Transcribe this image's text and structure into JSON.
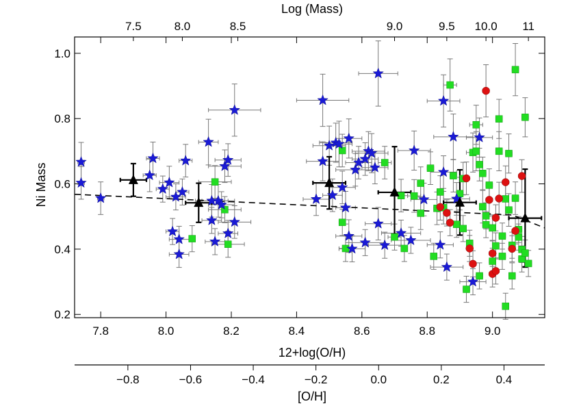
{
  "chart_data": {
    "type": "scatter",
    "title": "",
    "xlabel": "12+log(O/H)",
    "ylabel": "Ni Mass",
    "top_axis_label": "Log (Mass)",
    "bottom2_axis_label": "[O/H]",
    "xlim": [
      7.72,
      9.16
    ],
    "ylim": [
      0.19,
      1.05
    ],
    "x_ticks": [
      7.8,
      8.0,
      8.2,
      8.4,
      8.6,
      8.8,
      9.0
    ],
    "x_tick_labels": [
      "7.8",
      "8.0",
      "8.2",
      "8.4",
      "8.6",
      "8.8",
      "9.0"
    ],
    "y_ticks": [
      0.2,
      0.4,
      0.6,
      0.8,
      1.0
    ],
    "y_tick_labels": [
      "0.2",
      "0.4",
      "0.6",
      "0.8",
      "1.0"
    ],
    "top_ticks": [
      {
        "label": "7.5",
        "x": 7.9
      },
      {
        "label": "8.0",
        "x": 8.05
      },
      {
        "label": "8.5",
        "x": 8.22
      },
      {
        "label": "9.0",
        "x": 8.7
      },
      {
        "label": "9.5",
        "x": 8.86
      },
      {
        "label": "10.0",
        "x": 8.98
      },
      {
        "label": "11",
        "x": 9.11
      }
    ],
    "oh_ticks": [
      -0.8,
      -0.6,
      -0.4,
      -0.2,
      0.0,
      0.2,
      0.4
    ],
    "oh_tick_labels": [
      "−0.8",
      "−0.6",
      "−0.4",
      "−0.2",
      "0.0",
      "0.2",
      "0.4"
    ],
    "oh_lim": [
      -0.97,
      0.53
    ],
    "fit_line": {
      "x": [
        7.72,
        9.16
      ],
      "y": [
        0.568,
        0.5
      ],
      "steep_after_x": 9.06,
      "end_y": 0.465
    },
    "colors": {
      "stars": "#1a1ad6",
      "squares": "#22dd22",
      "circles": "#dd1111",
      "binned": "#000000",
      "errorbar": "#777777",
      "fit": "#000000"
    },
    "series": [
      {
        "marker": "star",
        "points": [
          [
            7.74,
            0.667,
            0.06,
            0.01
          ],
          [
            7.74,
            0.603,
            0.05,
            0.01
          ],
          [
            7.8,
            0.556,
            0.05,
            0.01
          ],
          [
            7.95,
            0.626,
            0.05,
            0.02
          ],
          [
            7.96,
            0.678,
            0.05,
            0.02
          ],
          [
            7.99,
            0.584,
            0.04,
            0.02
          ],
          [
            8.01,
            0.604,
            0.05,
            0.03
          ],
          [
            8.02,
            0.454,
            0.04,
            0.02
          ],
          [
            8.03,
            0.56,
            0.04,
            0.03
          ],
          [
            8.04,
            0.43,
            0.04,
            0.03
          ],
          [
            8.04,
            0.384,
            0.04,
            0.03
          ],
          [
            8.05,
            0.575,
            0.04,
            0.02
          ],
          [
            8.06,
            0.671,
            0.05,
            0.02
          ],
          [
            8.13,
            0.728,
            0.07,
            0.03
          ],
          [
            8.14,
            0.548,
            0.05,
            0.05
          ],
          [
            8.14,
            0.488,
            0.04,
            0.03
          ],
          [
            8.15,
            0.423,
            0.04,
            0.03
          ],
          [
            8.16,
            0.548,
            0.05,
            0.05
          ],
          [
            8.17,
            0.536,
            0.04,
            0.04
          ],
          [
            8.18,
            0.654,
            0.05,
            0.05
          ],
          [
            8.19,
            0.448,
            0.04,
            0.03
          ],
          [
            8.19,
            0.673,
            0.05,
            0.04
          ],
          [
            8.21,
            0.826,
            0.08,
            0.08
          ],
          [
            8.21,
            0.483,
            0.05,
            0.05
          ],
          [
            8.46,
            0.553,
            0.05,
            0.04
          ],
          [
            8.48,
            0.856,
            0.08,
            0.08
          ],
          [
            8.48,
            0.669,
            0.06,
            0.05
          ],
          [
            8.5,
            0.717,
            0.06,
            0.05
          ],
          [
            8.51,
            0.565,
            0.05,
            0.03
          ],
          [
            8.52,
            0.726,
            0.06,
            0.05
          ],
          [
            8.53,
            0.722,
            0.07,
            0.04
          ],
          [
            8.54,
            0.589,
            0.05,
            0.04
          ],
          [
            8.55,
            0.527,
            0.05,
            0.03
          ],
          [
            8.56,
            0.739,
            0.06,
            0.04
          ],
          [
            8.56,
            0.44,
            0.05,
            0.04
          ],
          [
            8.57,
            0.401,
            0.04,
            0.04
          ],
          [
            8.58,
            0.643,
            0.05,
            0.06
          ],
          [
            8.59,
            0.665,
            0.05,
            0.04
          ],
          [
            8.61,
            0.676,
            0.05,
            0.04
          ],
          [
            8.61,
            0.42,
            0.04,
            0.06
          ],
          [
            8.62,
            0.7,
            0.06,
            0.05
          ],
          [
            8.63,
            0.694,
            0.06,
            0.05
          ],
          [
            8.64,
            0.65,
            0.05,
            0.04
          ],
          [
            8.65,
            0.478,
            0.05,
            0.04
          ],
          [
            8.65,
            0.938,
            0.1,
            0.06
          ],
          [
            8.67,
            0.412,
            0.04,
            0.05
          ],
          [
            8.72,
            0.449,
            0.04,
            0.06
          ],
          [
            8.75,
            0.427,
            0.04,
            0.06
          ],
          [
            8.76,
            0.702,
            0.06,
            0.05
          ],
          [
            8.79,
            0.552,
            0.05,
            0.04
          ],
          [
            8.84,
            0.413,
            0.04,
            0.04
          ],
          [
            8.85,
            0.636,
            0.05,
            0.04
          ],
          [
            8.85,
            0.854,
            0.08,
            0.05
          ],
          [
            8.86,
            0.345,
            0.04,
            0.05
          ],
          [
            8.88,
            0.744,
            0.07,
            0.06
          ],
          [
            8.89,
            0.554,
            0.05,
            0.04
          ],
          [
            8.94,
            0.3,
            0.04,
            0.04
          ],
          [
            8.96,
            0.742,
            0.06,
            0.04
          ]
        ]
      },
      {
        "marker": "square",
        "points": [
          [
            8.08,
            0.432,
            0.04,
            0.01
          ],
          [
            8.15,
            0.606,
            0.05,
            0.05
          ],
          [
            8.18,
            0.521,
            0.04,
            0.05
          ],
          [
            8.19,
            0.415,
            0.04,
            0.05
          ],
          [
            8.54,
            0.482,
            0.04,
            0.01
          ],
          [
            8.54,
            0.702,
            0.05,
            0.01
          ],
          [
            8.55,
            0.402,
            0.04,
            0.02
          ],
          [
            8.67,
            0.665,
            0.05,
            0.02
          ],
          [
            8.7,
            0.437,
            0.04,
            0.02
          ],
          [
            8.72,
            0.564,
            0.05,
            0.02
          ],
          [
            8.73,
            0.402,
            0.04,
            0.01
          ],
          [
            8.76,
            0.563,
            0.05,
            0.02
          ],
          [
            8.78,
            0.51,
            0.05,
            0.01
          ],
          [
            8.78,
            0.602,
            0.05,
            0.01
          ],
          [
            8.81,
            0.648,
            0.05,
            0.01
          ],
          [
            8.82,
            0.378,
            0.04,
            0.01
          ],
          [
            8.83,
            0.525,
            0.05,
            0.01
          ],
          [
            8.84,
            0.575,
            0.05,
            0.01
          ],
          [
            8.85,
            0.527,
            0.05,
            0.01
          ],
          [
            8.87,
            0.903,
            0.08,
            0.02
          ],
          [
            8.88,
            0.625,
            0.05,
            0.01
          ],
          [
            8.89,
            0.476,
            0.04,
            0.01
          ],
          [
            8.9,
            0.57,
            0.05,
            0.01
          ],
          [
            8.91,
            0.463,
            0.04,
            0.01
          ],
          [
            8.91,
            0.616,
            0.05,
            0.01
          ],
          [
            8.92,
            0.277,
            0.04,
            0.01
          ],
          [
            8.93,
            0.418,
            0.04,
            0.01
          ],
          [
            8.94,
            0.696,
            0.06,
            0.02
          ],
          [
            8.95,
            0.781,
            0.06,
            0.02
          ],
          [
            8.95,
            0.7,
            0.06,
            0.01
          ],
          [
            8.96,
            0.318,
            0.04,
            0.01
          ],
          [
            8.96,
            0.659,
            0.05,
            0.01
          ],
          [
            8.97,
            0.632,
            0.05,
            0.01
          ],
          [
            8.97,
            0.53,
            0.05,
            0.01
          ],
          [
            8.98,
            0.475,
            0.04,
            0.01
          ],
          [
            8.98,
            0.502,
            0.04,
            0.01
          ],
          [
            8.99,
            0.596,
            0.05,
            0.01
          ],
          [
            9.0,
            0.465,
            0.04,
            0.01
          ],
          [
            9.0,
            0.363,
            0.04,
            0.01
          ],
          [
            9.01,
            0.41,
            0.04,
            0.01
          ],
          [
            9.02,
            0.7,
            0.06,
            0.01
          ],
          [
            9.02,
            0.799,
            0.06,
            0.01
          ],
          [
            9.03,
            0.378,
            0.04,
            0.01
          ],
          [
            9.03,
            0.44,
            0.04,
            0.01
          ],
          [
            9.04,
            0.554,
            0.05,
            0.01
          ],
          [
            9.04,
            0.225,
            0.04,
            0.01
          ],
          [
            9.05,
            0.52,
            0.05,
            0.01
          ],
          [
            9.05,
            0.693,
            0.06,
            0.01
          ],
          [
            9.06,
            0.412,
            0.04,
            0.01
          ],
          [
            9.06,
            0.318,
            0.04,
            0.01
          ],
          [
            9.07,
            0.95,
            0.08,
            0.01
          ],
          [
            9.07,
            0.556,
            0.05,
            0.01
          ],
          [
            9.08,
            0.46,
            0.04,
            0.01
          ],
          [
            9.08,
            0.437,
            0.04,
            0.01
          ],
          [
            9.09,
            0.399,
            0.04,
            0.01
          ],
          [
            9.09,
            0.37,
            0.04,
            0.01
          ],
          [
            9.1,
            0.388,
            0.04,
            0.01
          ],
          [
            9.1,
            0.804,
            0.06,
            0.01
          ],
          [
            9.11,
            0.356,
            0.04,
            0.01
          ]
        ]
      },
      {
        "marker": "circle",
        "points": [
          [
            8.84,
            0.529,
            0.04,
            0.01
          ],
          [
            8.86,
            0.511,
            0.04,
            0.01
          ],
          [
            8.87,
            0.481,
            0.04,
            0.01
          ],
          [
            8.92,
            0.617,
            0.05,
            0.01
          ],
          [
            8.93,
            0.402,
            0.04,
            0.01
          ],
          [
            8.94,
            0.355,
            0.04,
            0.01
          ],
          [
            8.98,
            0.885,
            0.08,
            0.01
          ],
          [
            8.99,
            0.551,
            0.05,
            0.01
          ],
          [
            9.0,
            0.387,
            0.04,
            0.01
          ],
          [
            9.0,
            0.324,
            0.04,
            0.01
          ],
          [
            9.01,
            0.333,
            0.04,
            0.01
          ],
          [
            9.01,
            0.496,
            0.04,
            0.01
          ],
          [
            9.02,
            0.555,
            0.05,
            0.01
          ],
          [
            9.04,
            0.605,
            0.05,
            0.01
          ],
          [
            9.06,
            0.401,
            0.04,
            0.01
          ],
          [
            9.07,
            0.456,
            0.04,
            0.01
          ],
          [
            9.09,
            0.624,
            0.05,
            0.01
          ]
        ]
      },
      {
        "marker": "triangle",
        "points": [
          [
            7.9,
            0.612,
            0.05,
            0.04
          ],
          [
            8.1,
            0.542,
            0.06,
            0.04
          ],
          [
            8.5,
            0.603,
            0.08,
            0.05
          ],
          [
            8.7,
            0.574,
            0.14,
            0.05
          ],
          [
            8.9,
            0.543,
            0.1,
            0.05
          ],
          [
            9.1,
            0.495,
            0.15,
            0.05
          ]
        ]
      }
    ]
  }
}
